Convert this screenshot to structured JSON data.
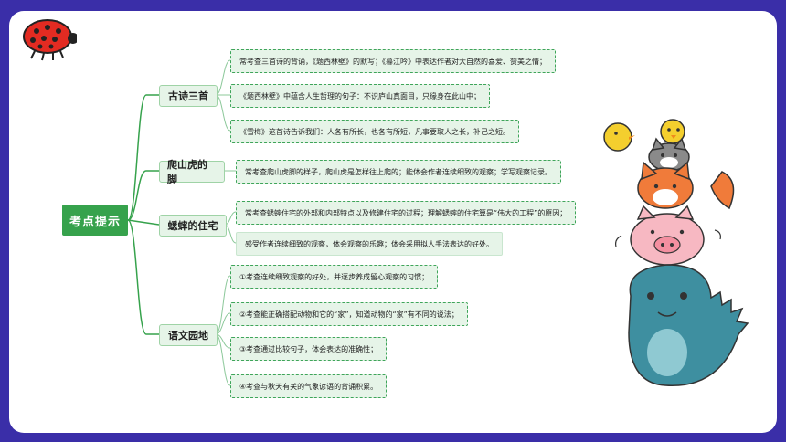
{
  "root": {
    "label": "考点提示"
  },
  "branches": [
    {
      "label": "古诗三首",
      "items": [
        "常考查三首诗的背诵，《题西林壁》的默写；《暮江吟》中表达作者对大自然的喜爱、赞美之情；",
        "《题西林壁》中蕴含人生哲理的句子：不识庐山真面目，只缘身在此山中；",
        "《雪梅》这首诗告诉我们：人各有所长，也各有所短，凡事要取人之长，补己之短。"
      ]
    },
    {
      "label": "爬山虎的脚",
      "items": [
        "常考查爬山虎脚的样子，爬山虎是怎样往上爬的；能体会作者连续细致的观察；学写观察记录。"
      ]
    },
    {
      "label": "蟋蟀的住宅",
      "items": [
        "常考查蟋蟀住宅的外部和内部特点以及修建住宅的过程；理解蟋蟀的住宅算是“伟大的工程”的原因；",
        "感受作者连续细致的观察，体会观察的乐趣；体会采用拟人手法表达的好处。"
      ]
    },
    {
      "label": "语文园地",
      "items": [
        "①考查连续细致观察的好处，并逐步养成留心观察的习惯；",
        "②考查能正确搭配动物和它的“家”，知道动物的“家”有不同的说法；",
        "③考查通过比较句子，体会表达的准确性；",
        "④考查与秋天有关的气象谚语的背诵积累。"
      ]
    }
  ],
  "colors": {
    "background": "#3a2ea8",
    "accent": "#36a24c",
    "node_fill": "#e6f4e8",
    "leaf_border": "#3fa55a"
  }
}
